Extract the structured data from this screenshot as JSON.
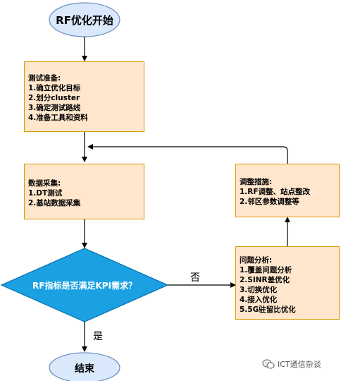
{
  "start": {
    "text": "RF优化开始"
  },
  "prep": {
    "title": "测试准备:",
    "lines": [
      "1.确立优化目标",
      "2.划分cluster",
      "3.确定测试路线",
      "4.准备工具和资料"
    ]
  },
  "collect": {
    "title": "数据采集:",
    "lines": [
      "1.DT测试",
      "2.基站数据采集"
    ]
  },
  "decision": {
    "text": "RF指标是否满足KPI需求？"
  },
  "no_label": "否",
  "yes_label": "是",
  "analysis": {
    "title": "问题分析:",
    "lines": [
      "1.覆盖问题分析",
      "2.SINR差优化",
      "3.切换优化",
      "4.接入优化",
      "5.5G驻留比优化"
    ]
  },
  "adjust": {
    "title": "调整措施:",
    "lines": [
      "1.RF调整、站点整改",
      "2.邻区参数调整等"
    ]
  },
  "end": {
    "text": "结束"
  },
  "watermark": {
    "text": "ICT通信杂谈",
    "icon": "wechat-icon"
  },
  "colors": {
    "box_fill": "#ffe6cc",
    "box_border": "#d79b00",
    "terminal_fill": "#dae8fc",
    "terminal_border": "#6c8ebf",
    "decision_fill": "#1ba1e2",
    "decision_border": "#006eaf"
  }
}
